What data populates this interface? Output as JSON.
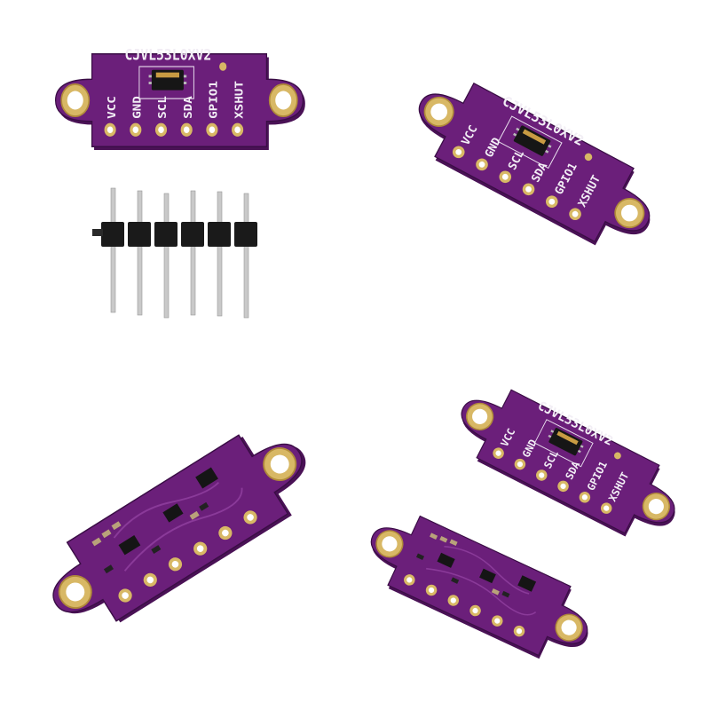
{
  "board": {
    "model": "CJVL53L0XV2",
    "pins": [
      "VCC",
      "GND",
      "SCL",
      "SDA",
      "GPIO1",
      "XSHUT"
    ]
  },
  "colors": {
    "pcb": "#6b1f7a",
    "pcb_dark": "#4a1256",
    "pcb_edge": "#3a0d45",
    "gold": "#d8b865",
    "gold_dark": "#b08a3a",
    "silk": "#f2eef5",
    "header_plastic": "#1a1a1a",
    "pin_metal": "#c9c9c9"
  }
}
